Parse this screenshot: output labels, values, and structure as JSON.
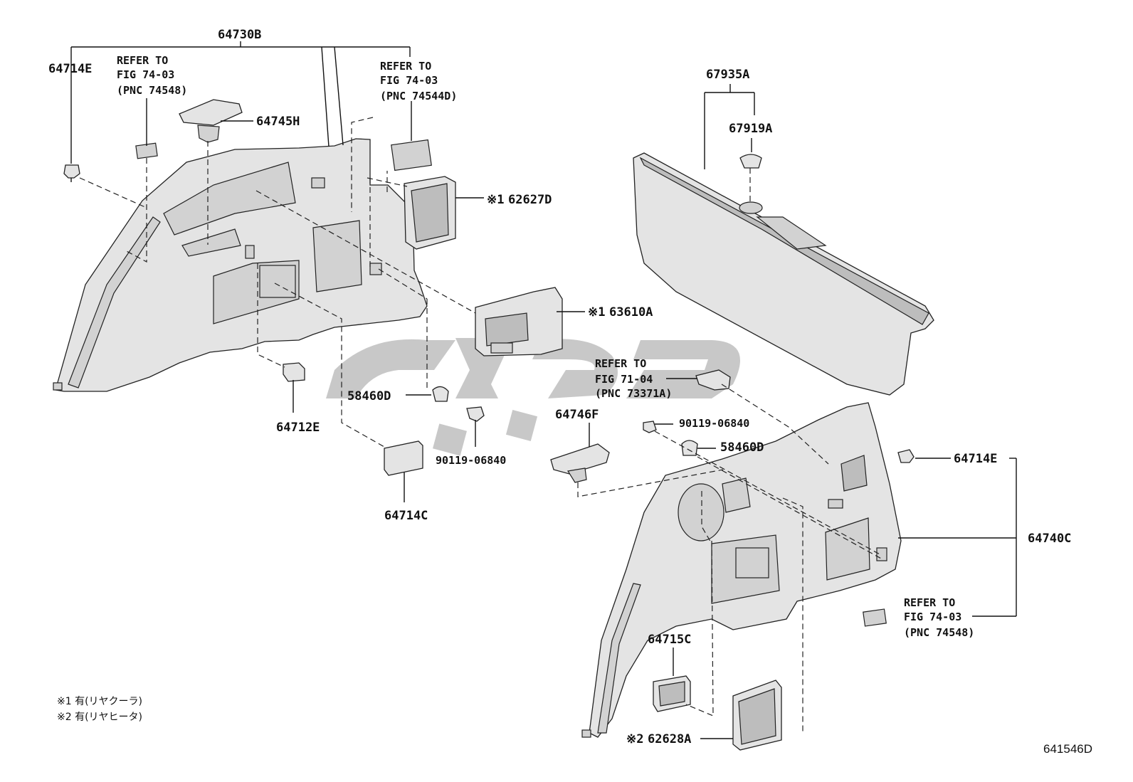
{
  "labels": {
    "l64730B": "64730B",
    "l64714E_left": "64714E",
    "l64745H": "64745H",
    "l62627D": "62627D",
    "l63610A": "63610A",
    "l58460D_left": "58460D",
    "l64712E": "64712E",
    "l90119_left": "90119-06840",
    "l64714C": "64714C",
    "l67935A": "67935A",
    "l67919A": "67919A",
    "l64746F": "64746F",
    "l90119_right": "90119-06840",
    "l58460D_right": "58460D",
    "l64714E_right": "64714E",
    "l64740C": "64740C",
    "l64715C": "64715C",
    "l62628A": "62628A"
  },
  "marks": {
    "m62627D": "※1",
    "m63610A": "※1",
    "m62628A": "※2"
  },
  "refs": {
    "r1": [
      "REFER TO",
      "FIG 74-03",
      "(PNC 74548)"
    ],
    "r2": [
      "REFER TO",
      "FIG 74-03",
      "(PNC 74544D)"
    ],
    "r3": [
      "REFER TO",
      "FIG 71-04",
      "(PNC 73371A)"
    ],
    "r4": [
      "REFER TO",
      "FIG 74-03",
      "(PNC 74548)"
    ]
  },
  "notes": {
    "n1": "※1 有(リヤクーラ)",
    "n2": "※2 有(リヤヒータ)"
  },
  "figure_number": "641546D"
}
